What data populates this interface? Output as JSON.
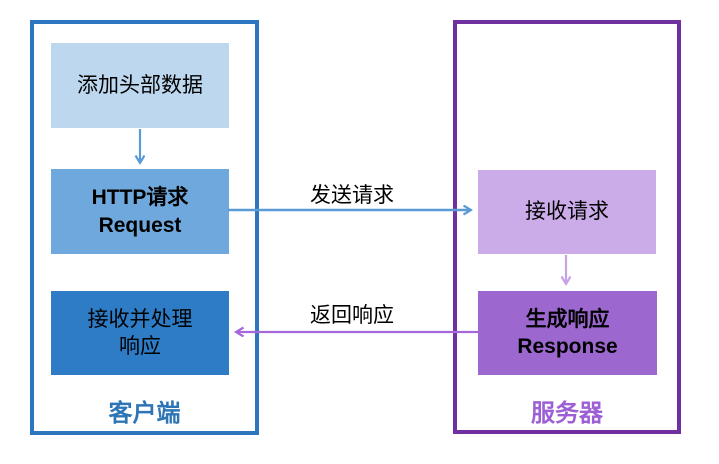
{
  "diagram": {
    "type": "flowchart",
    "description": "HTTP request/response flow between client and server"
  },
  "client": {
    "label": "客户端",
    "boxes": [
      {
        "line1": "添加头部数据"
      },
      {
        "line1": "HTTP请求",
        "line2": "Request"
      },
      {
        "line1": "接收并处理",
        "line2": "响应"
      }
    ]
  },
  "server": {
    "label": "服务器",
    "boxes": [
      {
        "line1": "接收请求"
      },
      {
        "line1": "生成响应",
        "line2": "Response"
      }
    ]
  },
  "arrows": {
    "send_label": "发送请求",
    "return_label": "返回响应"
  },
  "colors": {
    "client_border": "#2B76BE",
    "client_label": "#2E75B6",
    "box_add_header": "#BDD7EE",
    "box_http_request": "#6FA8DC",
    "box_receive_process": "#2E7CC6",
    "server_border": "#7030A0",
    "server_label": "#9C5FD6",
    "box_receive_request": "#CBACE9",
    "box_generate_response": "#9C68D0",
    "arrow_blue": "#5B9BD5",
    "arrow_purple": "#A568D8",
    "arrow_light_purple": "#C6A3E8",
    "text": "#000000",
    "background": "#FFFFFF"
  }
}
